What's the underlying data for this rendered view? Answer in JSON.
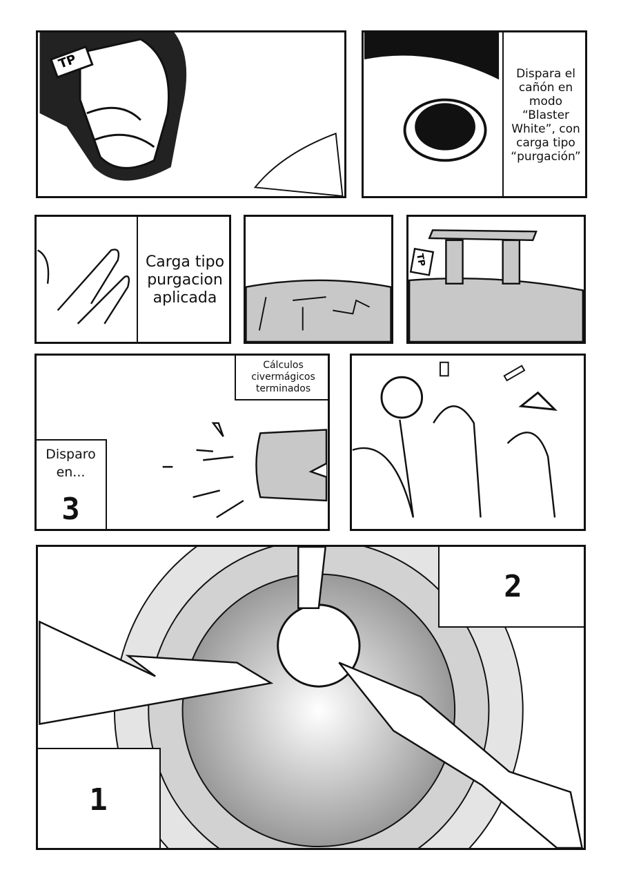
{
  "panels": {
    "p1": {
      "label_tp": "TP"
    },
    "p2": {
      "caption": "Dispara el cañón en modo “Blaster White”, con carga tipo “purgación”"
    },
    "p3": {
      "caption": "Carga tipo purgacion aplicada"
    },
    "p5": {
      "label_tp": "TP"
    },
    "p6": {
      "caption_top": "Cálculos civermágicos terminados",
      "caption_left": "Disparo en...",
      "count": "3"
    },
    "p8": {
      "count_2": "2",
      "count_1": "1"
    }
  },
  "colors": {
    "ink": "#111111",
    "tone": "#c8c8c8",
    "tone_dark": "#a8a8a8"
  }
}
